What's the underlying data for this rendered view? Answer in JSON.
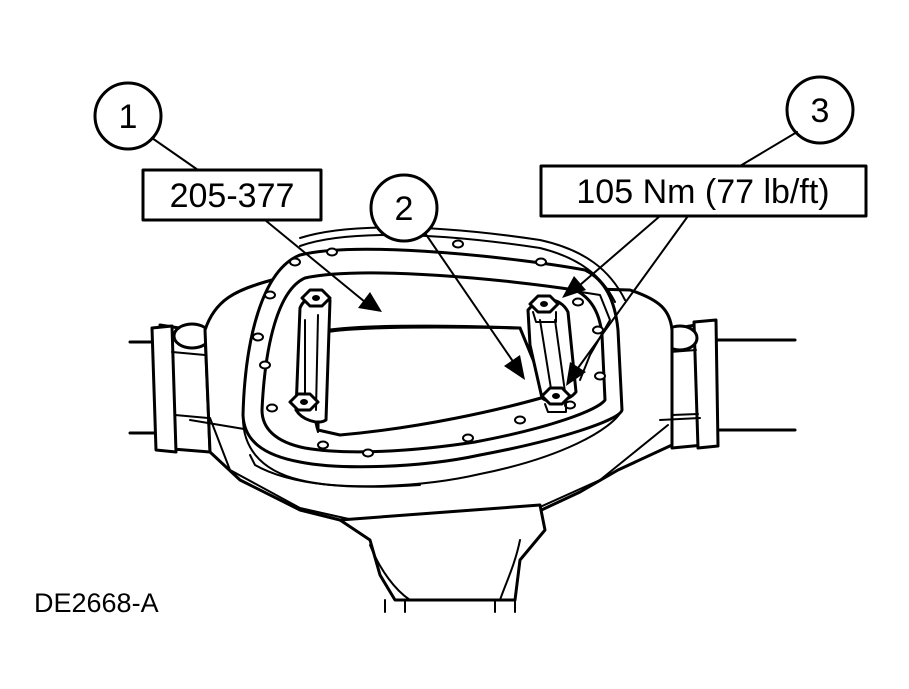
{
  "callouts": [
    {
      "number": "1",
      "label": "205-377"
    },
    {
      "number": "2"
    },
    {
      "number": "3",
      "label": "105 Nm (77 lb/ft)"
    }
  ],
  "figure_id": "DE2668-A"
}
